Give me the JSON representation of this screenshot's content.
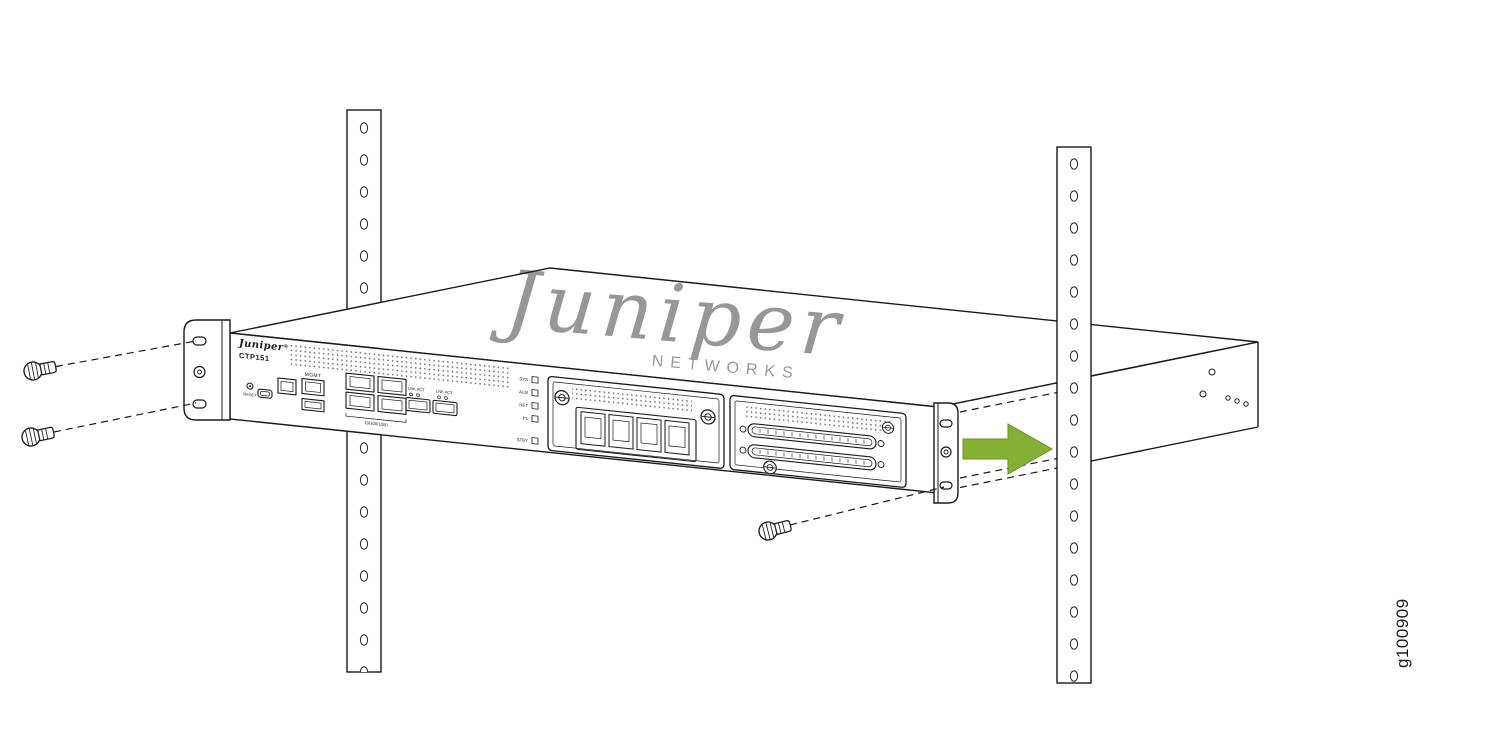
{
  "figure": {
    "id_label": "g100909",
    "colors": {
      "line": "#1a1a1a",
      "arrow_green": "#84B135",
      "watermark_gray": "#c6c6c6",
      "background": "#ffffff"
    },
    "icons": {
      "insert_arrow": "arrow-right",
      "mounting_screw": "pan-head-screw",
      "thumbscrew": "captive-thumbscrew"
    }
  },
  "device": {
    "brand": "Juniper",
    "brand_reg": "®",
    "model": "CTP151",
    "top_watermark": {
      "line1": "Juniper",
      "line2": "NETWORKS"
    },
    "front_panel": {
      "reset_label": "RESET",
      "mgmt_label": "MGMT",
      "ge_ports_label": "10/100/1000",
      "sfp_labels": [
        "LNK ACT",
        "LNK ACT"
      ],
      "led_labels": [
        "SYS",
        "ALM",
        "NET",
        "P1",
        "STBY"
      ]
    }
  }
}
